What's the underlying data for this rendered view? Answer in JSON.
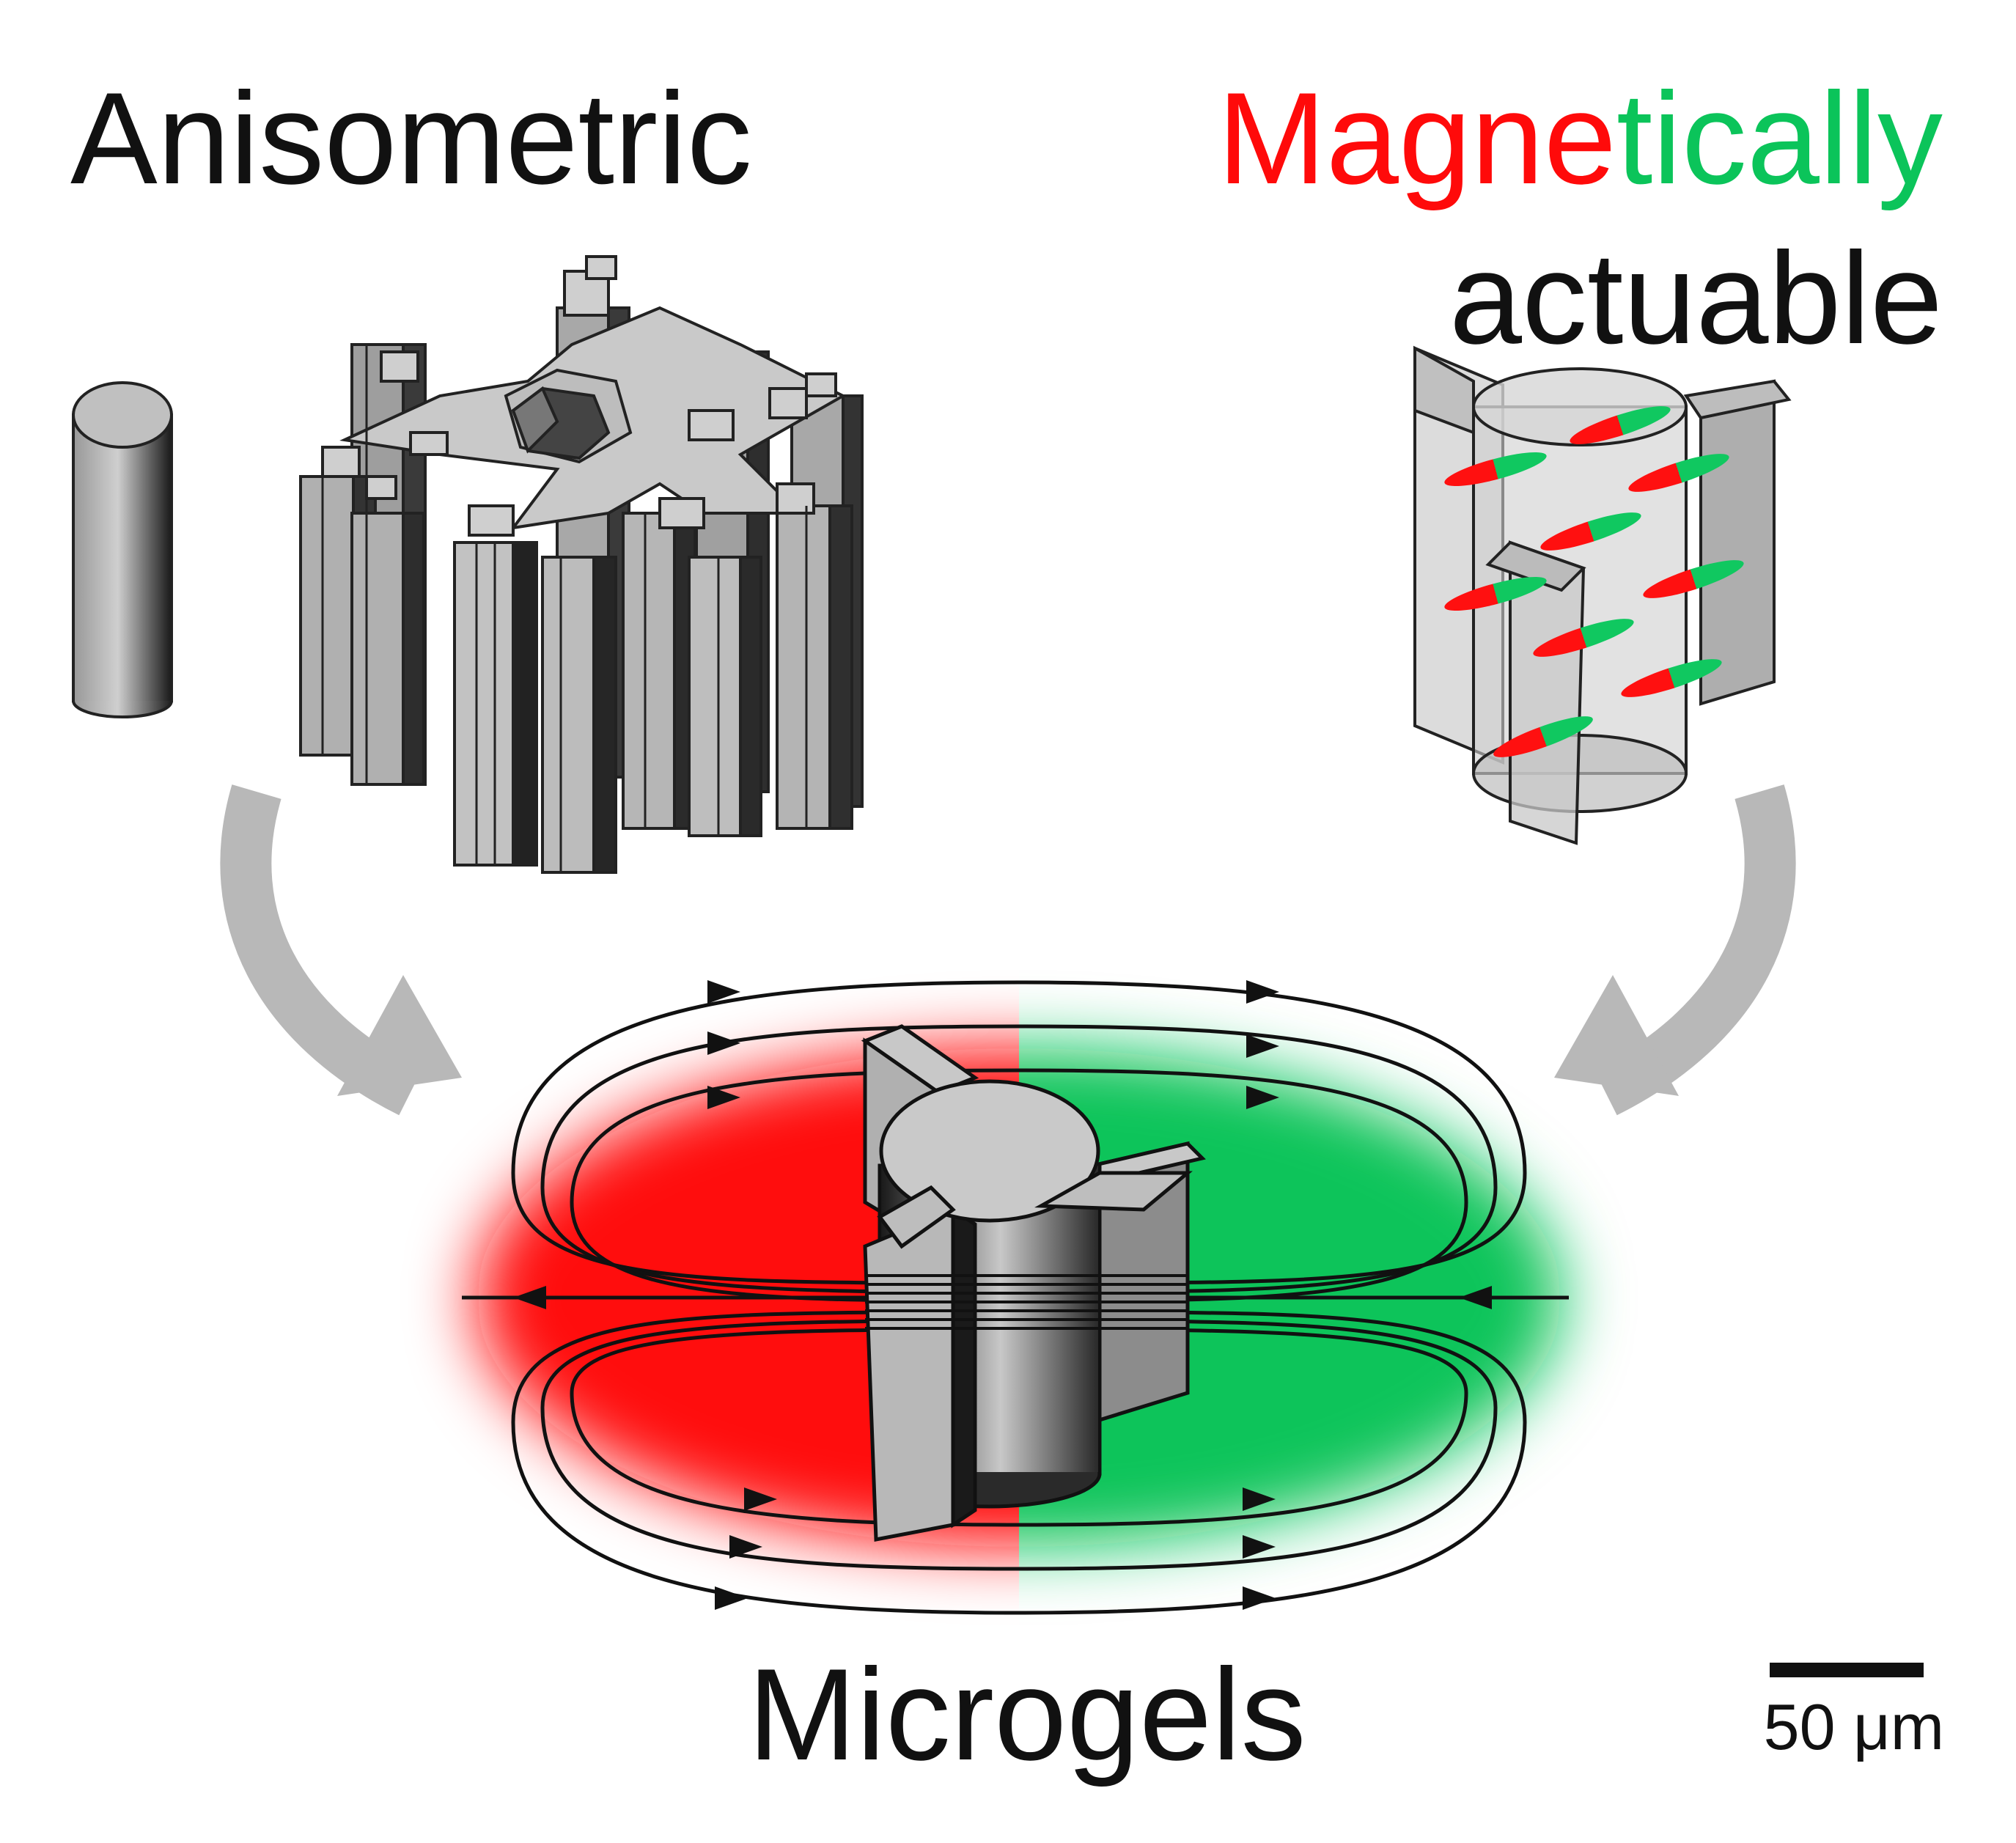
{
  "labels": {
    "left_title": "Anisometric",
    "right_title_part1": "Magne",
    "right_title_part2": "tically",
    "right_title_line2": "actuable",
    "bottom_title": "Microgels",
    "scale_bar": "50 μm"
  },
  "colors": {
    "north_pole": "#ff0a0a",
    "south_pole": "#0bc45a",
    "gel": "#c8c8c8",
    "arrow": "#b8b8b8",
    "text": "#111111"
  }
}
